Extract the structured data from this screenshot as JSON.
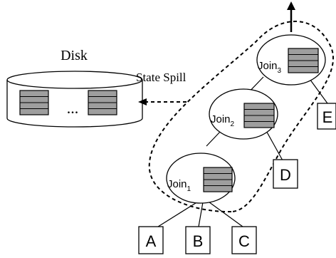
{
  "disk": {
    "label": "Disk",
    "ellipsis": "...",
    "spill_label": "State Spill"
  },
  "joins": [
    {
      "base": "Join",
      "sub": "3"
    },
    {
      "base": "Join",
      "sub": "2"
    },
    {
      "base": "Join",
      "sub": "1"
    }
  ],
  "relations": {
    "A": "A",
    "B": "B",
    "C": "C",
    "D": "D",
    "E": "E"
  },
  "colors": {
    "state_fill": "#9e9e9e",
    "stroke": "#000000"
  }
}
